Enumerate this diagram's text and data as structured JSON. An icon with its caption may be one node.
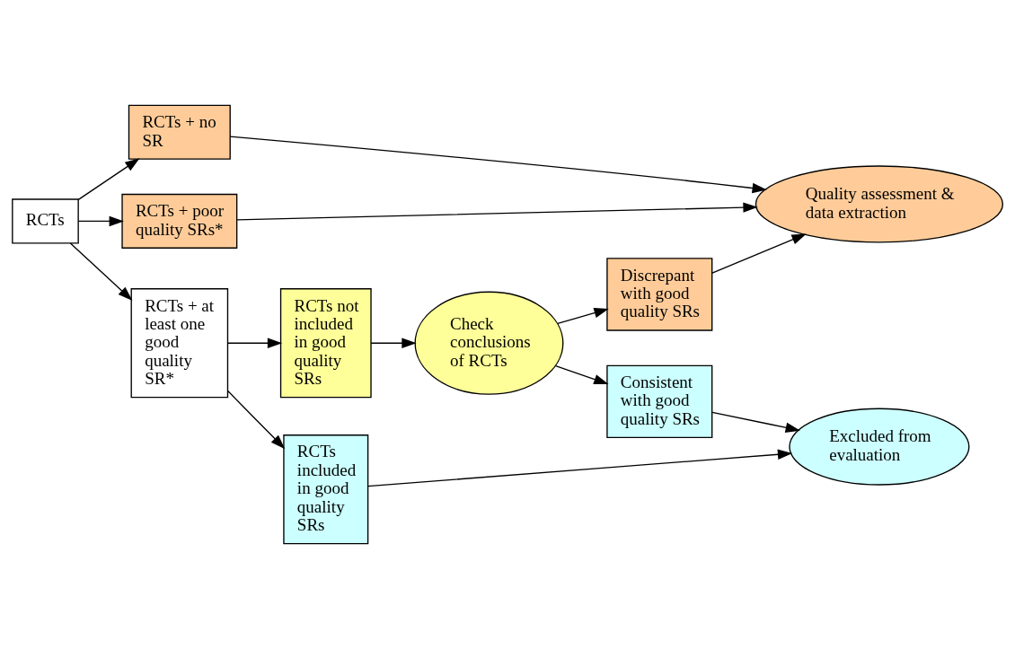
{
  "diagram": {
    "nodes": [
      {
        "text": [
          "RCTs"
        ]
      },
      {
        "text": [
          "RCTs + no SR"
        ]
      },
      {
        "text": [
          "RCTs + poor quality SRs*"
        ]
      },
      {
        "text": [
          "RCTs + at least one good quality SR*"
        ]
      },
      {
        "text": [
          "Quality assessment & data extraction"
        ]
      },
      {
        "text": [
          "Discrepant with good quality SRs"
        ]
      },
      {
        "text": [
          "RCTs not included in good quality SRs"
        ]
      },
      {
        "text": [
          "Check conclusions of RCTs"
        ]
      },
      {
        "text": [
          "Consistent with good quality SRs"
        ]
      },
      {
        "text": [
          "RCTs included in good quality SRs"
        ]
      },
      {
        "text": [
          "Excluded from evaluation"
        ]
      }
    ],
    "edges": [
      {
        "from": 0,
        "to": 1,
        "arrow": "to"
      },
      {
        "from": 0,
        "to": 2,
        "arrow": "to"
      },
      {
        "from": 0,
        "to": 3,
        "arrow": "to"
      },
      {
        "from": 1,
        "to": 4,
        "arrow": "to"
      },
      {
        "from": 2,
        "to": 4,
        "arrow": "to"
      },
      {
        "from": 5,
        "to": 4,
        "arrow": "to"
      },
      {
        "from": 3,
        "to": 6,
        "arrow": "to"
      },
      {
        "from": 3,
        "to": 9,
        "arrow": "to"
      },
      {
        "from": 6,
        "to": 7,
        "arrow": "to"
      },
      {
        "from": 7,
        "to": 5,
        "arrow": "to"
      },
      {
        "from": 7,
        "to": 8,
        "arrow": "to"
      },
      {
        "from": 8,
        "to": 10,
        "arrow": "to"
      },
      {
        "from": 9,
        "to": 10,
        "arrow": "to"
      }
    ]
  }
}
